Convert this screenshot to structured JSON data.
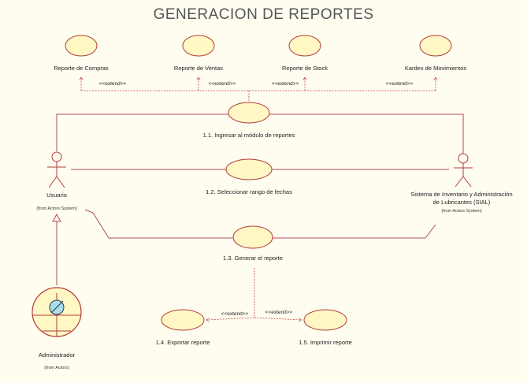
{
  "title": "GENERACION DE REPORTES",
  "colors": {
    "background": "#fffdf0",
    "usecase_fill": "#fff8c4",
    "usecase_stroke": "#b33a3a",
    "line": "#b04a5a",
    "extend_line": "#c04040",
    "admin_circle": "#a8dff0"
  },
  "actors": {
    "usuario": {
      "name": "Usuario",
      "source": "(from Actors System)"
    },
    "sistema": {
      "name_line1": "Sistema de Inventario y Administración",
      "name_line2": "de Lubricantes (SIAL)",
      "source": "(from Actors System)"
    },
    "admin": {
      "name": "Administrador",
      "source": "(from Actors)"
    }
  },
  "usecases": {
    "compras": "Reporte de Compras",
    "ventas": "Reporte de Ventas",
    "stock": "Reporte de Stock",
    "kardex": "Kardex de Movimientos",
    "ingresar": "1.1. Ingresar al módulo de reportes",
    "rango": "1.2. Seleccionar rango de fechas",
    "generar": "1.3. Generar el reporte",
    "exportar": "1.4. Exportar reporte",
    "imprimir": "1.5. Imprimir reporte"
  },
  "stereotype": "<<extend>>"
}
